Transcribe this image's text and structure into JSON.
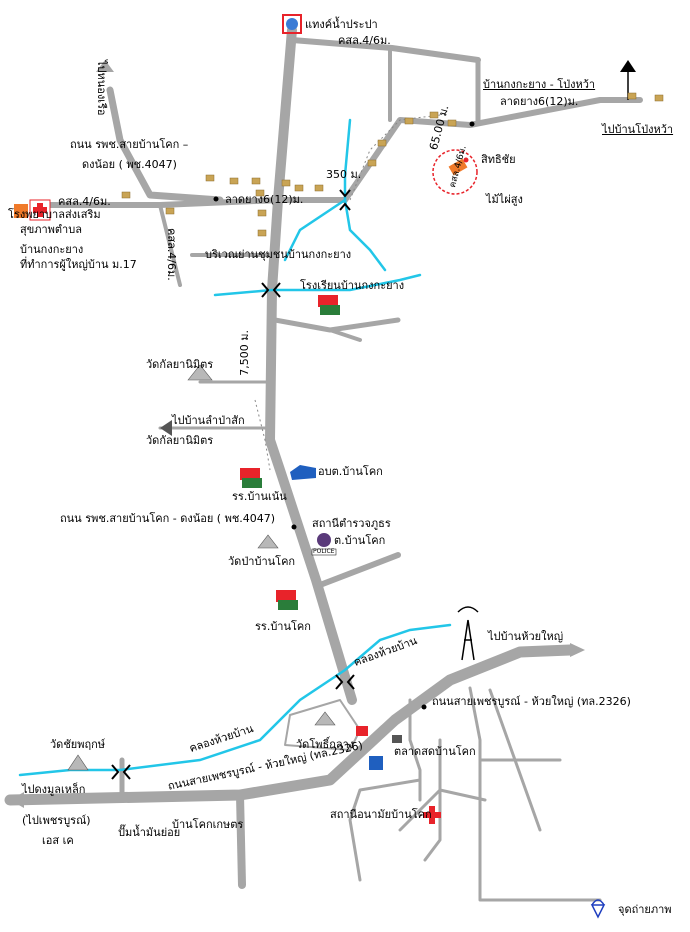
{
  "labels": {
    "water_tank": "แทงค์น้ำประปา",
    "kasala_top": "คสล.4/6ม.",
    "to_nong_rua": "ไปหนองเรือ",
    "road_title_1": "ถนน รพช.สายบ้านโคก –",
    "road_title_2": "ดงน้อย ( พช.4047)",
    "kasala_left": "คสล.4/6ม.",
    "hospital_1": "โรงพยาบาลส่งเสริม",
    "hospital_2": "สุขภาพตำบล",
    "hospital_3": "บ้านกงกะยาง",
    "village_head": "ที่ทำการผู้ใหญ่บ้าน ม.17",
    "kasala_side": "คสล.4/6ม.",
    "latyang_center": "ลาดยาง6(12)ม.",
    "dist_350": "350 ม.",
    "community_area": "บริเวณย่านชุมชนบ้านกงกะยาง",
    "school_kongkayang": "โรงเรียนบ้านกงกะยาง",
    "dist_7500": "7,500 ม.",
    "temple_kanlaya_1": "วัดกัลยานิมิตร",
    "to_lam_pa_sak": "ไปบ้านลำป่าสัก",
    "temple_kanlaya_2": "วัดกัลยานิมิตร",
    "school_nen": "รร.บ้านเน้น",
    "sao_ban_khok": "อบต.บ้านโคก",
    "road_pc4047": "ถนน รพช.สายบ้านโคก - ดงน้อย ( พช.4047)",
    "police_1": "สถานีตำรวจภูธร",
    "police_2": "ต.บ้านโคก",
    "police_badge": "POLICE",
    "temple_pa_ban_khok": "วัดป่าบ้านโคก",
    "school_ban_khok": "รร.บ้านโคก",
    "to_huai_yai": "ไปบ้านห้วยใหญ่",
    "canal_huai_ban_1": "คลองห้วยบ้าน",
    "road_2326_a": "ถนนสายเพชรบูรณ์ - ห้วยใหญ่ (ทล.2326)",
    "temple_chai_phruek": "วัดชัยพฤกษ์",
    "canal_huai_ban_2": "คลองห้วยบ้าน",
    "temple_pho_klang": "วัดโพธิ์กลาง",
    "market": "ตลาดสดบ้านโคก",
    "to_mong_lek": "ไปดงมูลเหล็ก",
    "road_2326_b": "ถนนสายเพชรบูรณ์ - ห้วยใหญ่ (ทล.2326)",
    "to_phetchabun": "(ไปเพชรบูรณ์)",
    "gas_station": "ปั๊มน้ำมันย่อย",
    "ban_khok_kaset": "บ้านโคกเกษตร",
    "es_ke": "เอส เค",
    "health_station": "สถานีอนามัยบ้านโคก",
    "to_kongkayang_top": "บ้านกงกะยาง - โป่งหว้า",
    "latyang_top": "ลาดยาง6(12)ม.",
    "to_pong_wa": "ไปบ้านโป่งหว้า",
    "dist_65": "65.00 ม.",
    "kasala_small": "คสล.4/6ม.",
    "sitthichai": "สิทธิชัย",
    "mai_pai_sung": "ไม้ไผ่สูง",
    "legend_photo": "จุดถ่ายภาพ"
  },
  "colors": {
    "road": "#a6a6a6",
    "canal": "#22c6e8",
    "cross": "#e8232a",
    "hospital_box": "#f07a2a",
    "target_ring": "#e8232a"
  },
  "icons": [
    "water-tank-icon",
    "hospital-icon",
    "school-flag-icon",
    "temple-icon",
    "police-icon",
    "antenna-icon",
    "market-icon",
    "photo-point-icon",
    "house-icon",
    "bridge-icon"
  ]
}
